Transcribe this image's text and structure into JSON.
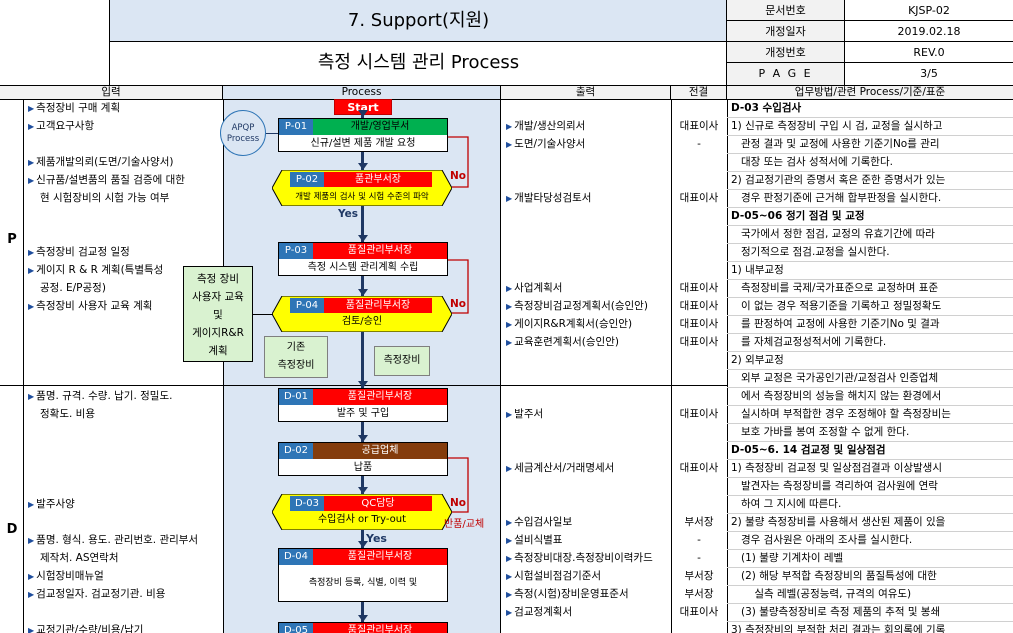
{
  "header": {
    "chapter_title": "7. Support(지원)",
    "process_title": "측정 시스템 관리 Process",
    "meta": [
      {
        "label": "문서번호",
        "value": "KJSP-02"
      },
      {
        "label": "개정일자",
        "value": "2019.02.18"
      },
      {
        "label": "개정번호",
        "value": "REV.0"
      },
      {
        "label": "P A G E",
        "value": "3/5"
      }
    ]
  },
  "columns": {
    "input": "입력",
    "process": "Process",
    "output": "출력",
    "approval": "전결",
    "method": "업무방법/관련 Process/기준/표준"
  },
  "phases": {
    "p": "P",
    "d": "D"
  },
  "inputs": [
    "측정장비 구매 계획",
    "고객요구사항",
    "제품개발의뢰(도면/기술사양서)",
    "신규품/설변품의 품질 검증에 대한",
    "현 시험장비의 시험 가능 여부",
    "측정장비 검교정 일정",
    "게이지 R & R 계획(특별특성",
    "공정. E/P공정)",
    "측정장비 사용자 교육 계획",
    "품명. 규격. 수량. 납기. 정밀도.",
    "정확도. 비용",
    "발주사양",
    "품명. 형식. 용도. 관리번호. 관리부서",
    "제작처. AS연락처",
    "시험장비매뉴얼",
    "검교정일자. 검교정기관. 비용",
    "교정기관/수량/비용/납기"
  ],
  "process": {
    "start": "Start",
    "apqp": "APQP Process",
    "yes1": "Yes",
    "yes2": "Yes",
    "no": "No",
    "return_label": "반품/교체",
    "steps": [
      {
        "id": "P-01",
        "dept": "개발/영업부서",
        "text": "신규/설변 제품 개발 요청"
      },
      {
        "id": "P-02",
        "dept": "품관부서장",
        "text": "개발 제품의 검사 및 시험 수준의 파악"
      },
      {
        "id": "P-03",
        "dept": "품질관리부서장",
        "text": "측정 시스템 관리계획 수립"
      },
      {
        "id": "P-04",
        "dept": "품질관리부서장",
        "text": "검토/승인"
      },
      {
        "id": "D-01",
        "dept": "품질관리부서장",
        "text": "발주 및 구입"
      },
      {
        "id": "D-02",
        "dept": "공급업체",
        "text": "납품"
      },
      {
        "id": "D-03",
        "dept": "QC담당",
        "text": "수입검사 or Try-out"
      },
      {
        "id": "D-04",
        "dept": "품질관리부서장",
        "text": "측정장비 등록, 식별, 이력 및"
      },
      {
        "id": "D-05",
        "dept": "품질관리부서장",
        "text": ""
      }
    ],
    "side_box": [
      "측정 장비",
      "사용자 교육",
      "및",
      "게이지R&R",
      "계획"
    ],
    "callout_existing": [
      "기존",
      "측정장비"
    ],
    "callout_new": "측정장비"
  },
  "outputs": [
    {
      "text": "개발/생산의뢰서",
      "approval": "대표이사"
    },
    {
      "text": "도면/기술사양서",
      "approval": "-"
    },
    {
      "text": "개발타당성검토서",
      "approval": "대표이사"
    },
    {
      "text": "사업계획서",
      "approval": "대표이사"
    },
    {
      "text": "측정장비검교정계획서(승인안)",
      "approval": "대표이사"
    },
    {
      "text": "게이지R&R계획서(승인안)",
      "approval": "대표이사"
    },
    {
      "text": "교육훈련계획서(승인안)",
      "approval": "대표이사"
    },
    {
      "text": "발주서",
      "approval": "대표이사"
    },
    {
      "text": "세금계산서/거래명세서",
      "approval": "대표이사"
    },
    {
      "text": "수입검사일보",
      "approval": "부서장"
    },
    {
      "text": "설비식별표",
      "approval": "-"
    },
    {
      "text": "측정장비대장.측정장비이력카드",
      "approval": "-"
    },
    {
      "text": "시험설비점검기준서",
      "approval": "부서장"
    },
    {
      "text": "측정(시험)장비운영표준서",
      "approval": "부서장"
    },
    {
      "text": "검교정계획서",
      "approval": "대표이사"
    }
  ],
  "methods": [
    {
      "text": "D-03 수입검사",
      "bold": true
    },
    {
      "text": "1) 신규로 측정장비 구입 시 검, 교정을 실시하고"
    },
    {
      "text": "   관정 결과 및 교정에 사용한 기준기No를 관리"
    },
    {
      "text": "   대장 또는 검사 성적서에 기록한다."
    },
    {
      "text": "2) 검교정기관의 증명서 혹은 준한 증명서가 있는"
    },
    {
      "text": "   경우 판정기준에 근거해 합부판정을 실시한다."
    },
    {
      "text": "D-05~06 정기 점검 및 교정",
      "bold": true
    },
    {
      "text": "   국가에서 정한 점검, 교정의 유효기간에 따라"
    },
    {
      "text": "   정기적으로 점검.교정을 실시한다."
    },
    {
      "text": "1) 내부교정"
    },
    {
      "text": "   측정장비를 국제/국가표준으로 교정하며 표준"
    },
    {
      "text": "   이 없는 경우 적용기준을 기록하고 정밀정확도"
    },
    {
      "text": "   를 판정하여 교정에 사용한 기준기No 및 결과"
    },
    {
      "text": "   를 자체검교정성적서에 기록한다."
    },
    {
      "text": "2) 외부교정"
    },
    {
      "text": "   외부 교정은 국가공인기관/교정검사 인증업체"
    },
    {
      "text": "   에서 측정장비의 성능을 해치지 않는 환경에서"
    },
    {
      "text": "   실시하며 부적합한 경우 조정해야 할 측정장비는"
    },
    {
      "text": "   보호 가바를 봉여 조정할 수 없게 한다."
    },
    {
      "text": "D-05~6. 14 검교정 및 일상점검",
      "bold": true
    },
    {
      "text": "1) 측정장비 검교정 및 일상점검결과 이상발생시"
    },
    {
      "text": "   발견자는 측정장비를 격리하여 검사원에 연락"
    },
    {
      "text": "   하여 그 지시에 따른다."
    },
    {
      "text": "2) 불량 측정장비를 사용해서 생산된 제품이 있을"
    },
    {
      "text": "   경우 검사원은 아래의 조사를 실시한다."
    },
    {
      "text": "   (1) 불량 기계차이 레벨"
    },
    {
      "text": "   (2) 해당 부적합 측정장비의 품질특성에 대한"
    },
    {
      "text": "       실측 레벨(공정능력, 규격의 여유도)"
    },
    {
      "text": "   (3) 불량측정장비로 측정 제품의 추적 및 봉쇄"
    },
    {
      "text": "3) 측정장비의 부적합 처리 결과는 회의록에 기록"
    }
  ]
}
